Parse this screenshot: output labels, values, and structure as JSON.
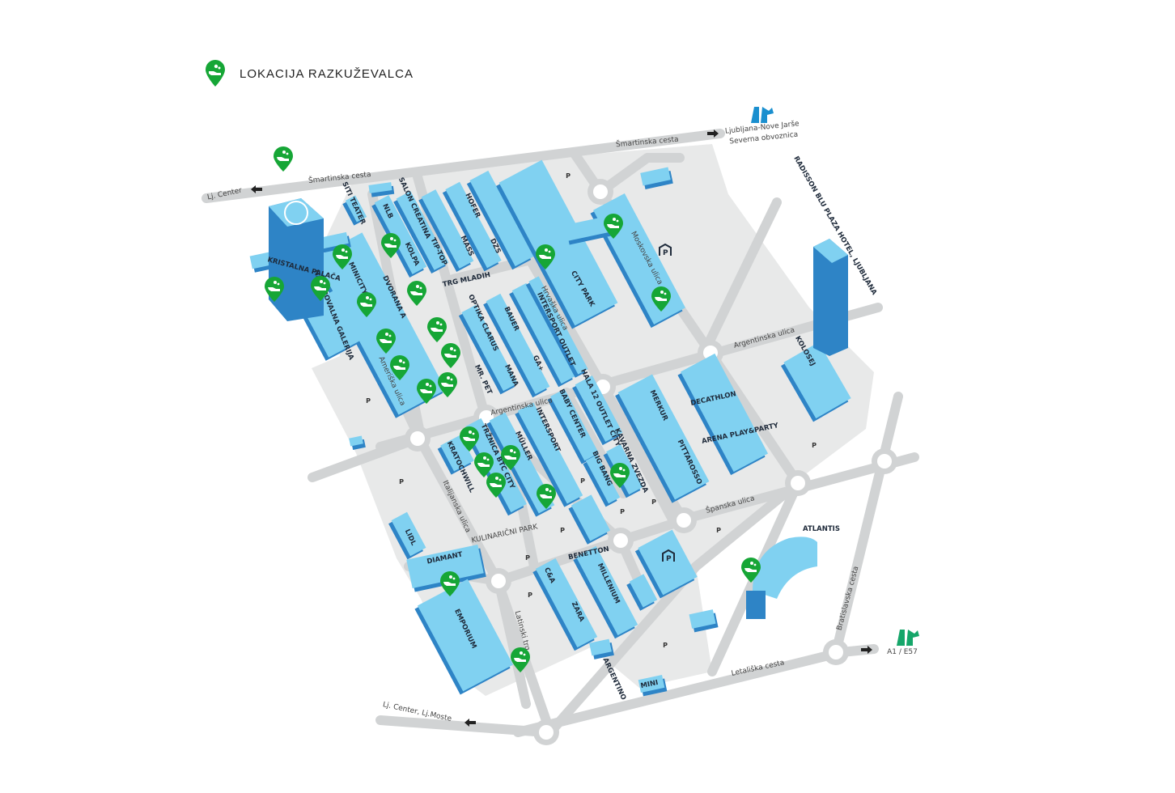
{
  "legend": {
    "icon": "sanitizer-pin-icon",
    "label": "LOKACIJA RAZKUŽEVALCA"
  },
  "colors": {
    "pin": "#16a636",
    "building_top": "#80d1f1",
    "building_side": "#2e84c6",
    "road": "#d1d3d4",
    "lot": "#e8e9e9",
    "motorway_blue": "#1a8fcf",
    "motorway_green": "#16a66a"
  },
  "streets": {
    "smartinska_1": "Šmartinska cesta",
    "smartinska_2": "Šmartinska cesta",
    "lj_center": "Lj. Center",
    "nove_jarse_1": "Ljubljana-Nove Jarše",
    "nove_jarse_2": "Severna obvoznica",
    "moskovska": "Moskovska ulica",
    "hrvaska": "Hrvaška ulica",
    "argentinska_1": "Argentinska ulica",
    "argentinska_2": "Argentinska ulica",
    "ameriska": "Ameriška ulica",
    "italijanska": "Italijanska ulica",
    "spanska": "Španska ulica",
    "latinski": "Latinski trg",
    "letaliska": "Letališka cesta",
    "bratislavska": "Bratislavska cesta",
    "lj_moste": "Lj. Center, Lj.Moste",
    "a1": "A1 / E57"
  },
  "buildings": {
    "kristalna": "KRISTALNA PALAČA",
    "galerija": "NAKUPOVALNA GALERIJA",
    "minicity": "MINICITY",
    "dvorana": "DVORANA A",
    "nlb": "NLB",
    "creatina": "SALON CREATINA",
    "kolpa": "KOLPA",
    "tiptop": "TIP-TOP",
    "mass": "MASS",
    "hofer": "HOFER",
    "dzs": "DZS",
    "siti": "SITI TEATER",
    "trg_mladih": "TRG MLADIH",
    "optika": "OPTIKA CLARUS",
    "bauer": "BAUER",
    "mrpet": "MR. PET",
    "mana": "MANA",
    "ga": "GA+",
    "intersport_outlet": "INTERSPORT OUTLET",
    "city_park": "CITY PARK",
    "merkur": "MERKUR",
    "decathlon": "DECATHLON",
    "arena": "ARENA PLAY&PARTY",
    "pittarosso": "PITTAROSSO",
    "hala12": "HALA 12 OUTLET CITY",
    "baby": "BABY CENTER",
    "intersport": "INTERSPORT",
    "muller": "MÜLLER",
    "trznica": "TRŽNICA BTC CITY",
    "kratochwill": "KRATOCHWILL",
    "kavarna": "KAVARNA ZVEZDA",
    "bigbang": "BIG BANG",
    "lidl": "LIDL",
    "diamant": "DIAMANT",
    "emporium": "EMPORIUM",
    "ca": "C&A",
    "zara": "ZARA",
    "millenium": "MILLENIUM",
    "benetton": "BENETTON",
    "argentino": "ARGENTINO",
    "mini": "MINI",
    "kolosej": "KOLOSEJ",
    "atlantis": "ATLANTIS",
    "radisson": "RADISSON BLU PLAZA HOTEL, LJUBLJANA",
    "kulinaricni": "KULINARIČNI PARK"
  },
  "parking_label": "P",
  "icons": [
    "sanitizer-pin-icon",
    "motorway-icon",
    "arrow-right-icon",
    "parking-garage-icon"
  ]
}
